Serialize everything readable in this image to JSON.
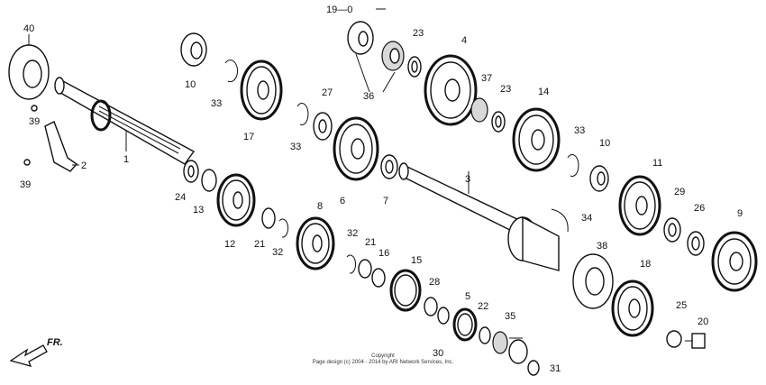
{
  "labels": [
    {
      "n": "40"
    },
    {
      "n": "39"
    },
    {
      "n": "39"
    },
    {
      "n": "1"
    },
    {
      "n": "2"
    },
    {
      "n": "10"
    },
    {
      "n": "33"
    },
    {
      "n": "17"
    },
    {
      "n": "33"
    },
    {
      "n": "27"
    },
    {
      "n": "19—0"
    },
    {
      "n": "23"
    },
    {
      "n": "36"
    },
    {
      "n": "4"
    },
    {
      "n": "37"
    },
    {
      "n": "23"
    },
    {
      "n": "14"
    },
    {
      "n": "6"
    },
    {
      "n": "7"
    },
    {
      "n": "33"
    },
    {
      "n": "10"
    },
    {
      "n": "11"
    },
    {
      "n": "3"
    },
    {
      "n": "34"
    },
    {
      "n": "24"
    },
    {
      "n": "13"
    },
    {
      "n": "12"
    },
    {
      "n": "21"
    },
    {
      "n": "32"
    },
    {
      "n": "8"
    },
    {
      "n": "32"
    },
    {
      "n": "21"
    },
    {
      "n": "16"
    },
    {
      "n": "29"
    },
    {
      "n": "26"
    },
    {
      "n": "9"
    },
    {
      "n": "38"
    },
    {
      "n": "18"
    },
    {
      "n": "15"
    },
    {
      "n": "28"
    },
    {
      "n": "5"
    },
    {
      "n": "22"
    },
    {
      "n": "35"
    },
    {
      "n": "30"
    },
    {
      "n": "31"
    },
    {
      "n": "25"
    },
    {
      "n": "20"
    }
  ],
  "direction": "FR.",
  "copyright_line1": "Copyright",
  "copyright_line2": "Page design (c) 2004 - 2014 by ARI Network Services, Inc."
}
